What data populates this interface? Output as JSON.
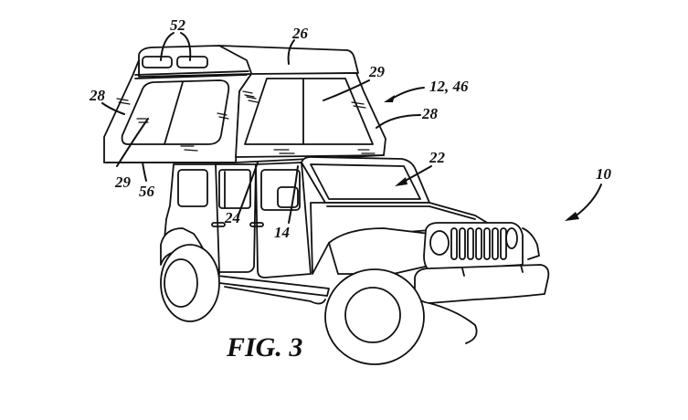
{
  "figure": {
    "caption": "FIG. 3",
    "labels": {
      "vehicle": "10",
      "camper_assembly": "12, 46",
      "door": "14",
      "windshield": "22",
      "pillar": "24",
      "roof": "26",
      "side_wall_left": "28",
      "side_wall_right": "28",
      "window_left": "29",
      "window_right": "29",
      "roof_lights": "52",
      "base": "56"
    }
  }
}
